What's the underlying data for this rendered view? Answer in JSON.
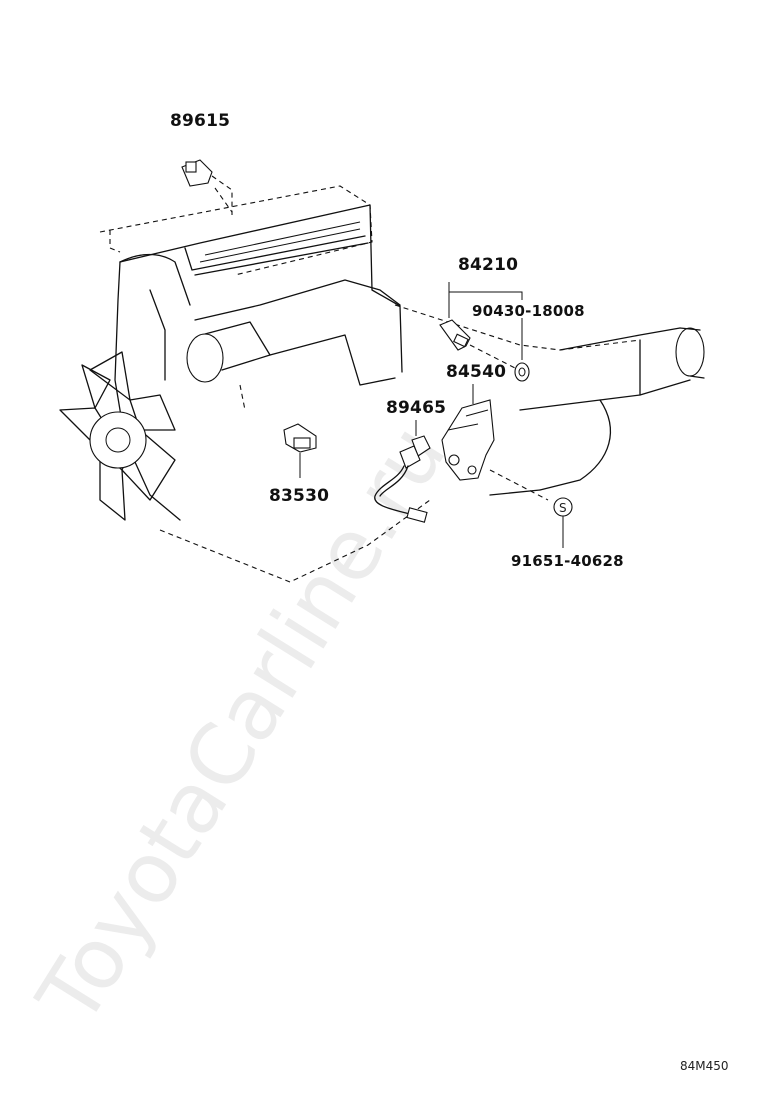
{
  "diagram": {
    "watermark": "ToyotaCarline.ru",
    "reference_code": "84M450",
    "parts": [
      {
        "id": "p89615",
        "number": "89615"
      },
      {
        "id": "p84210",
        "number": "84210"
      },
      {
        "id": "p90430",
        "number": "90430-18008"
      },
      {
        "id": "p84540",
        "number": "84540"
      },
      {
        "id": "p89465",
        "number": "89465"
      },
      {
        "id": "p83530",
        "number": "83530"
      },
      {
        "id": "p91651",
        "number": "91651-40628"
      }
    ],
    "marker_symbol": "S"
  }
}
